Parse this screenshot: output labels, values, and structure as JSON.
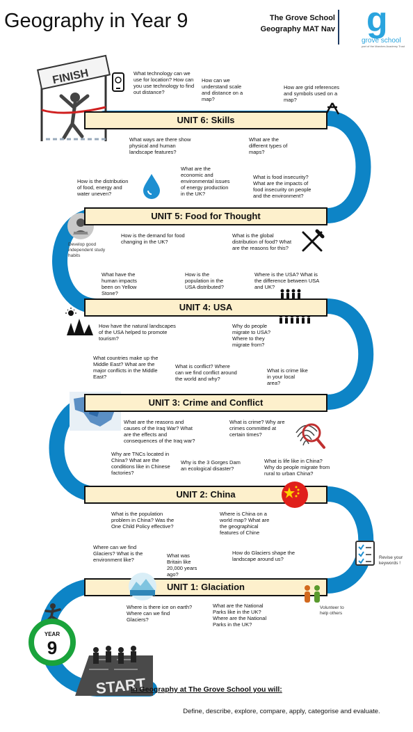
{
  "header": {
    "title": "Geography in Year 9",
    "school_line1": "The Grove School",
    "school_line2": "Geography MAT Nav",
    "logo_letter": "g",
    "logo_text": "grove school",
    "logo_subtext": "part of the Marches Academy Trust"
  },
  "finish_label": "FINISH",
  "start_label": "START",
  "year_badge": {
    "label": "YEAR",
    "number": "9",
    "ring_color": "#1aa33b"
  },
  "road_color": "#0d84c6",
  "units": [
    {
      "title": "UNIT 6: Skills",
      "questions": [
        "What technology can we use for location? How can you use technology to find out distance?",
        "How can we understand scale and distance on a map?",
        "How are grid references and symbols used on a map?",
        "What ways are there show physical and human landscape features?",
        "What are the different types of maps?"
      ]
    },
    {
      "title": "UNIT 5: Food for Thought",
      "questions": [
        "How is the distribution of food, energy and water uneven?",
        "What are the economic and environmental issues of energy production in the UK?",
        "What is food insecurity? What are the impacts of food insecurity on people and the environment?",
        "How is the demand for food changing in the UK?",
        "What is the global distribution of food? What are the reasons for this?"
      ]
    },
    {
      "title": "UNIT 4: USA",
      "questions": [
        "What have the human impacts been on Yellow Stone?",
        "How is the population in the USA distributed?",
        "Where is the USA? What is the difference between USA and UK?",
        "How have the natural landscapes of the USA helped to promote tourism?",
        "Why do people migrate to USA? Where to they migrate from?"
      ]
    },
    {
      "title": "UNIT 3: Crime and Conflict",
      "questions": [
        "What countries make up the Middle East? What are the major conflicts in the Middle East?",
        "What is conflict? Where can we find conflict around the world and why?",
        "What is crime like in your local area?",
        "What are the reasons and causes of the Iraq War? What are the effects and consequences of the Iraq war?",
        "What is crime? Why are crimes committed at certain times?"
      ]
    },
    {
      "title": "UNIT 2: China",
      "questions": [
        "Why are TNCs located in China? What are the conditions like in Chinese factories?",
        "Why is the 3 Gorges Dam an ecological disaster?",
        "What is life like in China? Why do people migrate from rural to urban China?",
        "What is the population problem in China? Was the One Child Policy effective?",
        "Where is China on a world map? What are the geographical features of Chine"
      ]
    },
    {
      "title": "UNIT 1: Glaciation",
      "questions": [
        "Where can we find Glaciers? What is the environment like?",
        "What was Britain like 20,000 years ago?",
        "How do Glaciers shape the landscape around us?",
        "Where is there ice on earth? Where can we find Glaciers?",
        "What are the National Parks like in the UK? Where are the National Parks in the UK?"
      ]
    }
  ],
  "side_notes": {
    "study": "Develop good independent study habits",
    "revise": "Revise your keywords !",
    "volunteer": "Volunteer to help others"
  },
  "footer": {
    "heading": "In Geography at The Grove School you will:",
    "skills": "Define, describe, explore, compare, apply, categorise and evaluate."
  }
}
